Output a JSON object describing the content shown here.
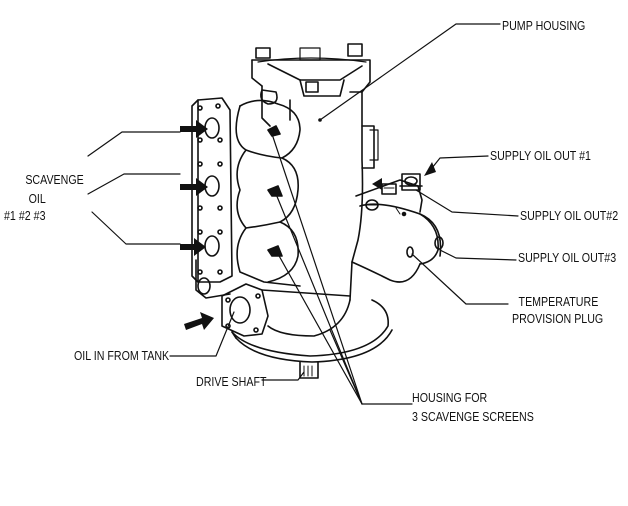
{
  "labels": {
    "pump_housing": "PUMP HOUSING",
    "supply_oil_out_1": "SUPPLY OIL OUT #1",
    "supply_oil_out_2": "SUPPLY OIL OUT#2",
    "supply_oil_out_3": "SUPPLY OIL OUT#3",
    "temperature_line1": "TEMPERATURE",
    "temperature_line2": "PROVISION PLUG",
    "scavenge_line1": "SCAVENGE",
    "scavenge_line2": "OIL",
    "scavenge_line3": "#1 #2 #3",
    "oil_in_from_tank": "OIL IN FROM TANK",
    "drive_shaft": "DRIVE SHAFT",
    "housing_line1": "HOUSING FOR",
    "housing_line2": "3 SCAVENGE SCREENS"
  },
  "colors": {
    "ink": "#111111",
    "paper": "#ffffff"
  }
}
